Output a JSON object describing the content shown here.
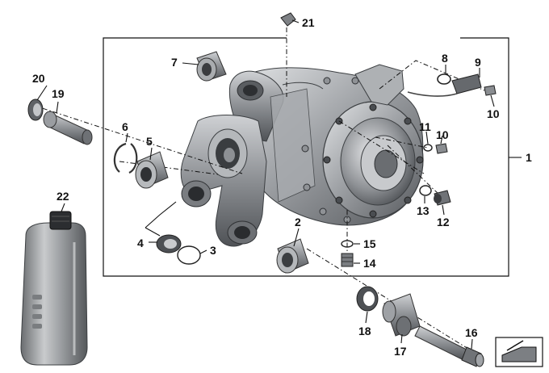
{
  "diagram": {
    "callouts": [
      {
        "id": "c1",
        "label": "1"
      },
      {
        "id": "c2",
        "label": "2"
      },
      {
        "id": "c3",
        "label": "3"
      },
      {
        "id": "c4",
        "label": "4"
      },
      {
        "id": "c5",
        "label": "5"
      },
      {
        "id": "c6",
        "label": "6"
      },
      {
        "id": "c7",
        "label": "7"
      },
      {
        "id": "c8",
        "label": "8"
      },
      {
        "id": "c9",
        "label": "9"
      },
      {
        "id": "c10a",
        "label": "10"
      },
      {
        "id": "c10b",
        "label": "10"
      },
      {
        "id": "c11",
        "label": "11"
      },
      {
        "id": "c12",
        "label": "12"
      },
      {
        "id": "c13",
        "label": "13"
      },
      {
        "id": "c14",
        "label": "14"
      },
      {
        "id": "c15",
        "label": "15"
      },
      {
        "id": "c16",
        "label": "16"
      },
      {
        "id": "c17",
        "label": "17"
      },
      {
        "id": "c18",
        "label": "18"
      },
      {
        "id": "c19",
        "label": "19"
      },
      {
        "id": "c20",
        "label": "20"
      },
      {
        "id": "c21",
        "label": "21"
      },
      {
        "id": "c22",
        "label": "22"
      }
    ],
    "colors": {
      "metal_dark": "#5e6166",
      "metal_mid": "#9a9da2",
      "metal_light": "#d6d8db",
      "line": "#111111"
    },
    "icons": {
      "corner_badge": "folder-arrow-icon"
    }
  }
}
